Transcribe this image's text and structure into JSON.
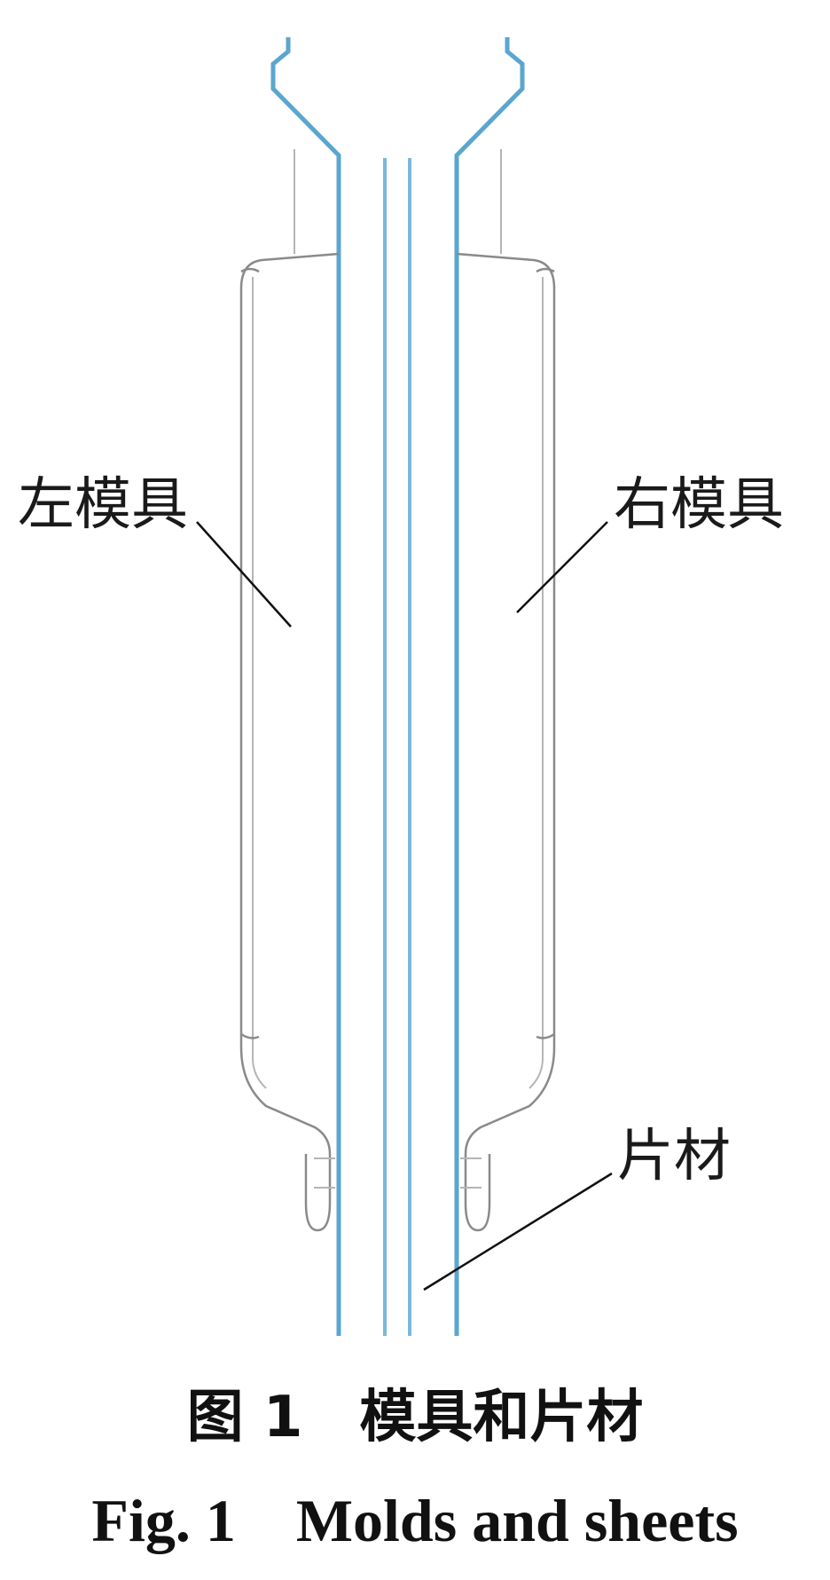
{
  "labels": {
    "left_mold": "左模具",
    "right_mold": "右模具",
    "sheet": "片材"
  },
  "caption": {
    "cn": "图 1　模具和片材",
    "en": "Fig. 1　Molds and sheets"
  },
  "colors": {
    "mold_outline": "#5aa6cf",
    "sheet": "#7ab8da",
    "frame": "#8a8a8a"
  }
}
